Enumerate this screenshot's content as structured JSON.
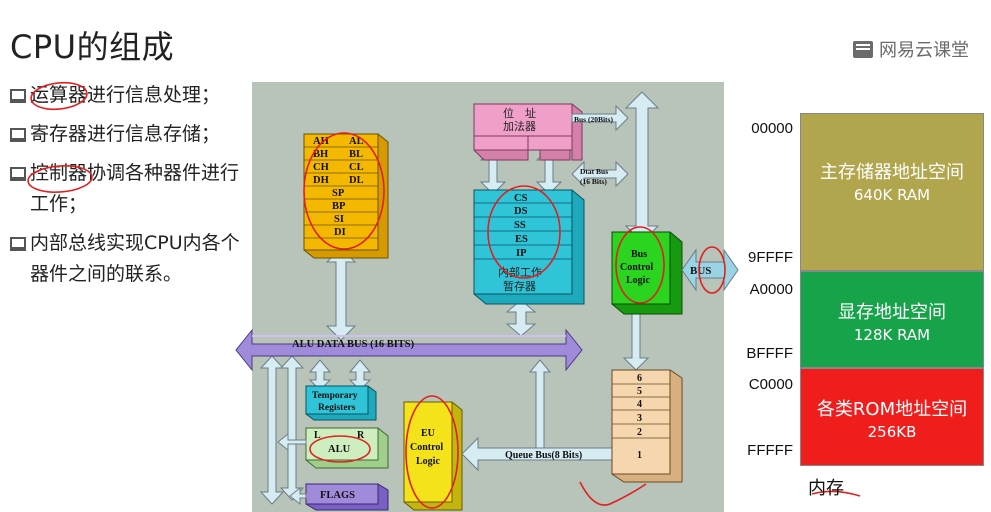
{
  "slide": {
    "title": "CPU的组成",
    "brand": "网易云课堂"
  },
  "bullets": [
    "运算器进行信息处理；",
    "寄存器进行信息存储；",
    "控制器协调各种器件进行工作；",
    "内部总线实现CPU内各个器件之间的联系。"
  ],
  "diagram": {
    "registers": [
      "AH",
      "AL",
      "BH",
      "BL",
      "CH",
      "CL",
      "DH",
      "DL",
      "SP",
      "BP",
      "SI",
      "DI"
    ],
    "address_adder_line1": "位　址",
    "address_adder_line2": "加法器",
    "bus_20": "Bus (20Bits)",
    "data_bus_line1": "Dtat Bus",
    "data_bus_line2": "(16 Bits)",
    "segment_registers": [
      "CS",
      "DS",
      "SS",
      "ES",
      "IP"
    ],
    "internal_store_line1": "内部工作",
    "internal_store_line2": "暂存器",
    "bcl_line1": "Bus",
    "bcl_line2": "Control",
    "bcl_line3": "Logic",
    "bus_label": "BUS",
    "alu_bus": "ALU DATA BUS (16 BITS)",
    "temp_line1": "Temporary",
    "temp_line2": "Registers",
    "alu_l": "L",
    "alu_r": "R",
    "alu": "ALU",
    "flags": "FLAGS",
    "eu_line1": "EU",
    "eu_line2": "Control",
    "eu_line3": "Logic",
    "queue_bus": "Queue Bus(8 Bits)",
    "queue": [
      "6",
      "5",
      "4",
      "3",
      "2",
      "1"
    ]
  },
  "memory_map": {
    "addresses": [
      "00000",
      "9FFFF",
      "A0000",
      "BFFFF",
      "C0000",
      "FFFFF"
    ],
    "regions": [
      {
        "name": "主存储器地址空间",
        "size": "640K RAM",
        "color": "#b1a54e"
      },
      {
        "name": "显存地址空间",
        "size": "128K RAM",
        "color": "#16a34a"
      },
      {
        "name": "各类ROM地址空间",
        "size": "256KB",
        "color": "#f01d1d"
      }
    ],
    "caption": "内存"
  },
  "colors": {
    "diagram_bg": "#b8c3b9",
    "registers": "#f5b800",
    "adder": "#f0a0c8",
    "segment": "#2fc4d8",
    "bus_control": "#2bd41f",
    "bus_arrow": "#9ad4e4",
    "alu_bus": "#b99ee6",
    "eu": "#f4e21a",
    "queue": "#f6d6ae",
    "annotation": "#e02020"
  }
}
